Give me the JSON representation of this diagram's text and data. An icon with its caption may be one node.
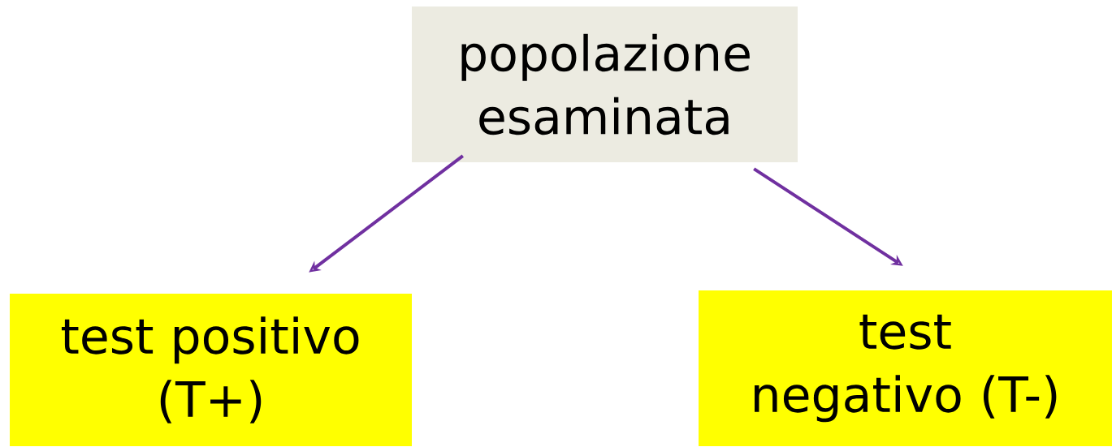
{
  "diagram": {
    "nodes": [
      {
        "text": [
          "popolazione esaminata"
        ]
      },
      {
        "text": [
          "test positivo (T+)"
        ]
      },
      {
        "text": [
          "test negativo (T-)"
        ]
      }
    ],
    "edges": [
      {
        "from": 0,
        "to": 1,
        "arrow": "to"
      },
      {
        "from": 0,
        "to": 2,
        "arrow": "to"
      }
    ]
  }
}
